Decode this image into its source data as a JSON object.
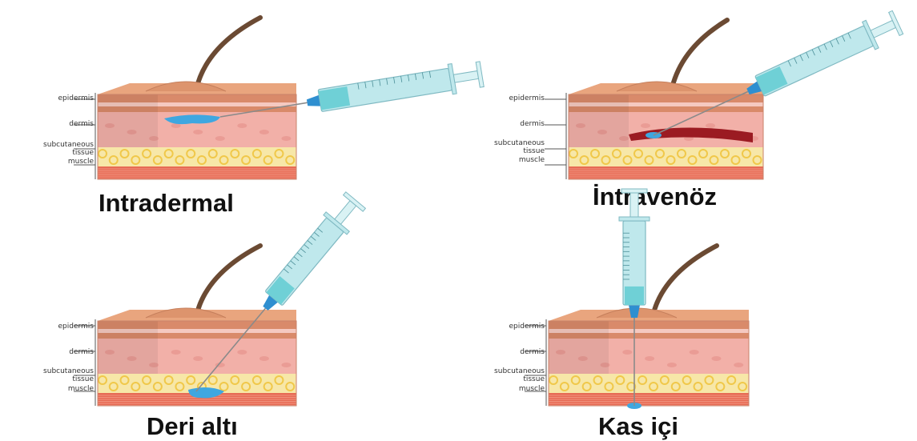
{
  "layer_labels": {
    "epidermis": "epidermis",
    "dermis": "dermis",
    "subcutaneous_1": "subcutaneous",
    "subcutaneous_2": "tissue",
    "muscle": "muscle"
  },
  "panels": [
    {
      "key": "intradermal",
      "title": "Intradermal"
    },
    {
      "key": "intravenous",
      "title": "İntravenöz"
    },
    {
      "key": "subcutaneous",
      "title": "Deri altı"
    },
    {
      "key": "intramuscular",
      "title": "Kas içi"
    }
  ],
  "colors": {
    "epidermis_top": "#e9a57e",
    "epidermis": "#d98a6a",
    "dermis": "#f2b0a8",
    "dermis_dark": "#e48f88",
    "fat": "#f7e7a8",
    "fat_cell": "#f0c84a",
    "muscle": "#e76b55",
    "hair": "#6b4a33",
    "syringe_barrel": "#bfe8ec",
    "syringe_fluid": "#6fd0d6",
    "needle_hub": "#2f8fd0",
    "injected_fluid": "#3fa7e0",
    "vein": "#9b1b22"
  }
}
